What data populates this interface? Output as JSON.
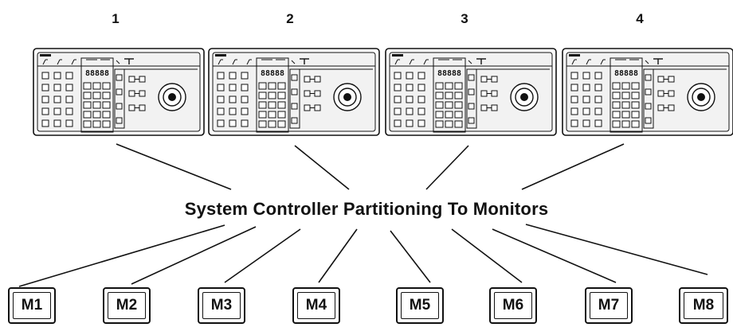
{
  "controllers": [
    {
      "number": "1",
      "display": "88888"
    },
    {
      "number": "2",
      "display": "88888"
    },
    {
      "number": "3",
      "display": "88888"
    },
    {
      "number": "4",
      "display": "88888"
    }
  ],
  "title": "System Controller Partitioning To Monitors",
  "monitors": [
    "M1",
    "M2",
    "M3",
    "M4",
    "M5",
    "M6",
    "M7",
    "M8"
  ],
  "colors": {
    "line": "#111111",
    "panel": "#f2f2f2",
    "background": "#ffffff"
  }
}
